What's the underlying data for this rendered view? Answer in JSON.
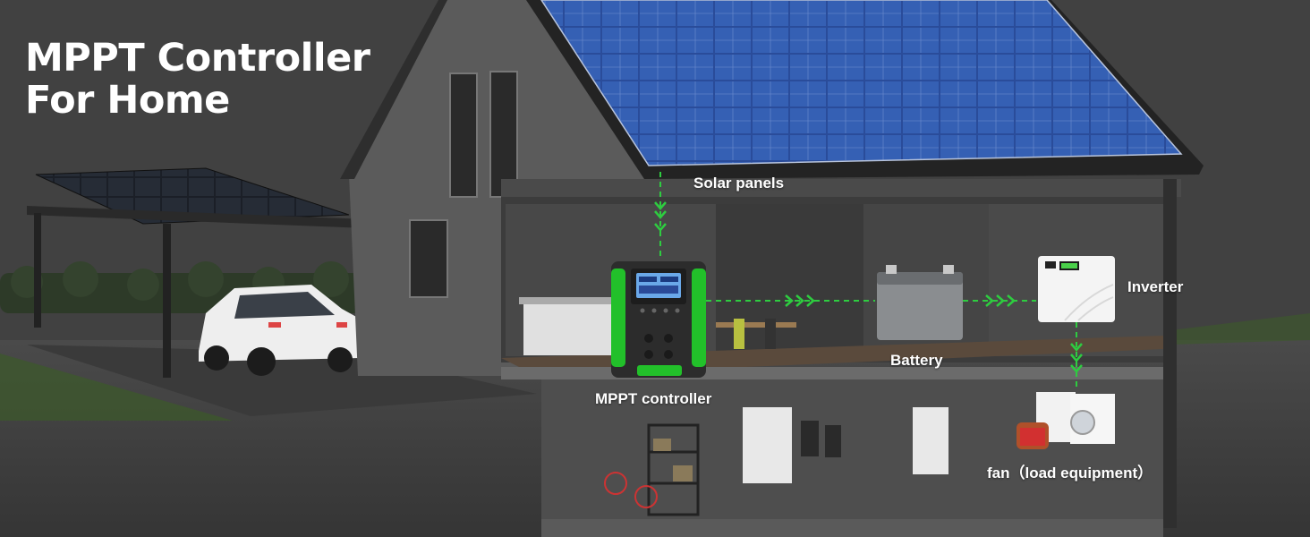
{
  "title": {
    "line1": "MPPT Controller",
    "line2": "For Home"
  },
  "labels": {
    "solar_panels": "Solar panels",
    "mppt_controller": "MPPT controller",
    "battery": "Battery",
    "inverter": "Inverter",
    "load": "fan（load equipment）"
  },
  "flow": [
    "Solar panels",
    "MPPT controller",
    "Battery",
    "Inverter",
    "fan（load equipment）"
  ],
  "colors": {
    "background": "#3f3f3f",
    "flow_line": "#2ecc40",
    "controller_accent": "#22c02a",
    "solar_panel": "#2c4f9e",
    "text": "#ffffff"
  }
}
